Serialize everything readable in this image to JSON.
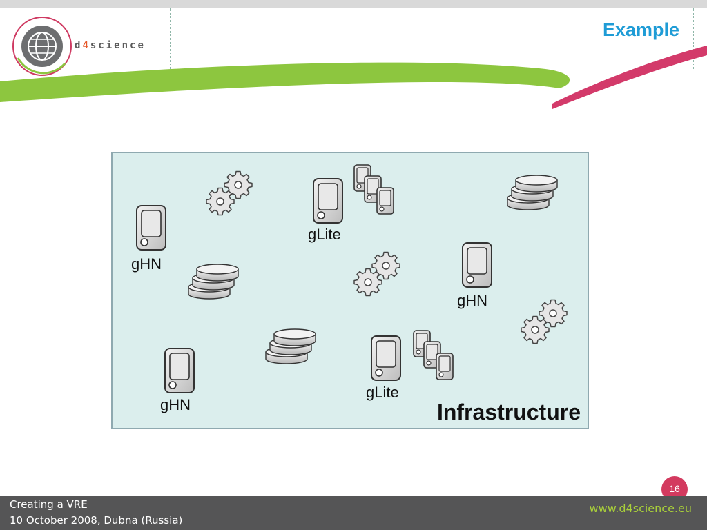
{
  "header": {
    "logo_text_prefix": "d",
    "logo_text_four": "4",
    "logo_text_suffix": "science",
    "title": "Example"
  },
  "diagram": {
    "nodes": [
      {
        "label": "gHN"
      },
      {
        "label": "gLite"
      },
      {
        "label": "gHN"
      },
      {
        "label": "gHN"
      },
      {
        "label": "gLite"
      }
    ],
    "container_label": "Infrastructure"
  },
  "page_number": "16",
  "footer": {
    "line1": "Creating a VRE",
    "line2": "10 October 2008, Dubna (Russia)",
    "url": "www.d4science.eu"
  },
  "colors": {
    "title": "#1f9cd6",
    "green_swoosh": "#8dc63f",
    "magenta_swoosh": "#d33a6a",
    "box_fill": "#dbeeed",
    "footer_bg": "#555556",
    "footer_url": "#a9cf3a"
  }
}
